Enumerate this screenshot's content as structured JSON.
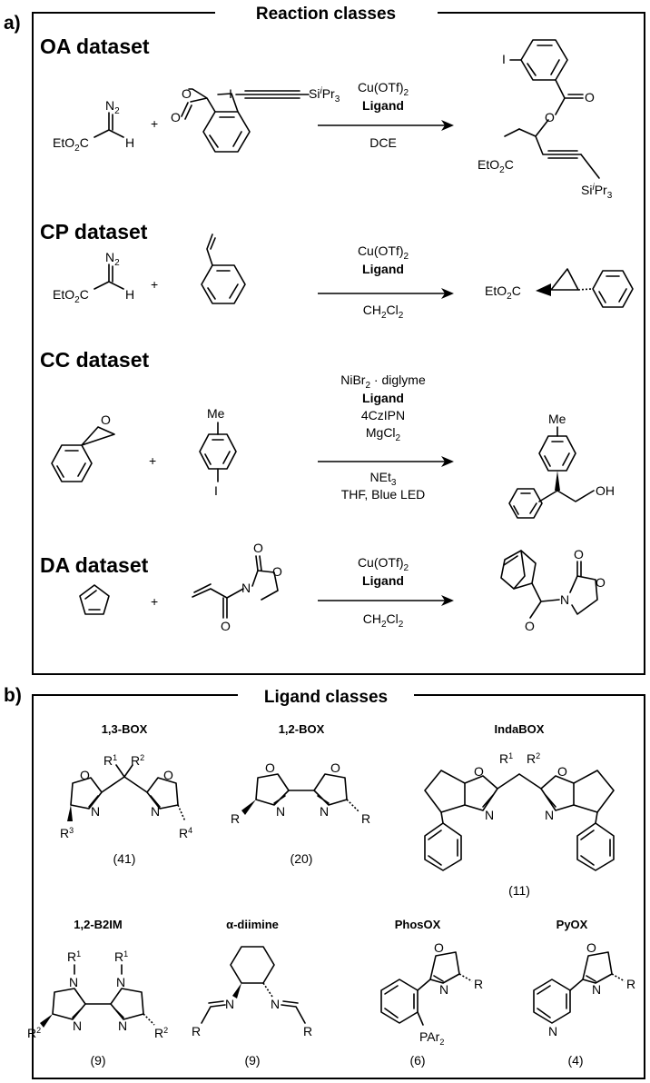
{
  "panels": {
    "a_label": "a)",
    "a_title": "Reaction classes",
    "b_label": "b)",
    "b_title": "Ligand classes"
  },
  "reactions": [
    {
      "name": "OA dataset",
      "reagent1": {
        "substituent": "N",
        "substituent_sub": "2",
        "ester": "EtO",
        "ester_sub": "2",
        "ester_tail": "C",
        "h": "H"
      },
      "reagent2_labels": {
        "o": "O",
        "i": "I",
        "si": "Si",
        "si_sup": "i",
        "si_tail": "Pr",
        "si_sub": "3",
        "carbonyl_o": "O"
      },
      "plus": "+",
      "conditions_above": [
        "Cu(OTf)",
        "Ligand"
      ],
      "conditions_sub": "2",
      "conditions_below": [
        "DCE"
      ],
      "product_labels": {
        "i": "I",
        "o1": "O",
        "o2": "O",
        "ester": "EtO",
        "ester_sub": "2",
        "ester_tail": "C",
        "si": "Si",
        "si_sup": "i",
        "si_tail": "Pr",
        "si_sub": "3"
      }
    },
    {
      "name": "CP dataset",
      "reagent1": {
        "substituent": "N",
        "substituent_sub": "2",
        "ester": "EtO",
        "ester_sub": "2",
        "ester_tail": "C",
        "h": "H"
      },
      "plus": "+",
      "conditions_above": [
        "Cu(OTf)",
        "Ligand"
      ],
      "conditions_sub": "2",
      "conditions_below": [
        "CH",
        "Cl"
      ],
      "product_labels": {
        "ester": "EtO",
        "ester_sub": "2",
        "ester_tail": "C"
      }
    },
    {
      "name": "CC dataset",
      "plus": "+",
      "reagent2_labels": {
        "me": "Me",
        "i": "I"
      },
      "conditions_above": [
        "NiBr",
        " · diglyme",
        "Ligand",
        "4CzIPN",
        "MgCl"
      ],
      "conditions_sub": "2",
      "conditions_below": [
        "NEt",
        "THF, Blue LED"
      ],
      "product_labels": {
        "me": "Me",
        "oh": "OH"
      },
      "reagent1_labels": {
        "o": "O"
      }
    },
    {
      "name": "DA dataset",
      "plus": "+",
      "reagent2_labels": {
        "o1": "O",
        "o2": "O",
        "o3": "O",
        "n": "N"
      },
      "conditions_above": [
        "Cu(OTf)",
        "Ligand"
      ],
      "conditions_sub": "2",
      "conditions_below": [
        "CH",
        "Cl"
      ],
      "product_labels": {
        "o1": "O",
        "o2": "O",
        "o3": "O",
        "n": "N"
      }
    }
  ],
  "ligands": [
    {
      "name": "1,3-BOX",
      "count": "(41)",
      "atoms": {
        "o": "O",
        "n": "N",
        "r": "R",
        "s1": "1",
        "s2": "2",
        "s3": "3",
        "s4": "4"
      }
    },
    {
      "name": "1,2-BOX",
      "count": "(20)",
      "atoms": {
        "o": "O",
        "n": "N",
        "r": "R"
      }
    },
    {
      "name": "IndaBOX",
      "count": "(11)",
      "atoms": {
        "o": "O",
        "n": "N",
        "r": "R",
        "s1": "1",
        "s2": "2"
      }
    },
    {
      "name": "1,2-B2IM",
      "count": "(9)",
      "atoms": {
        "n": "N",
        "r": "R",
        "s1": "1",
        "s2": "2"
      }
    },
    {
      "name": "α-diimine",
      "count": "(9)",
      "atoms": {
        "n": "N",
        "r": "R"
      }
    },
    {
      "name": "PhosOX",
      "count": "(6)",
      "atoms": {
        "o": "O",
        "n": "N",
        "r": "R",
        "pa": "PAr",
        "s2": "2"
      }
    },
    {
      "name": "PyOX",
      "count": "(4)",
      "atoms": {
        "o": "O",
        "n": "N",
        "r": "R"
      }
    }
  ]
}
